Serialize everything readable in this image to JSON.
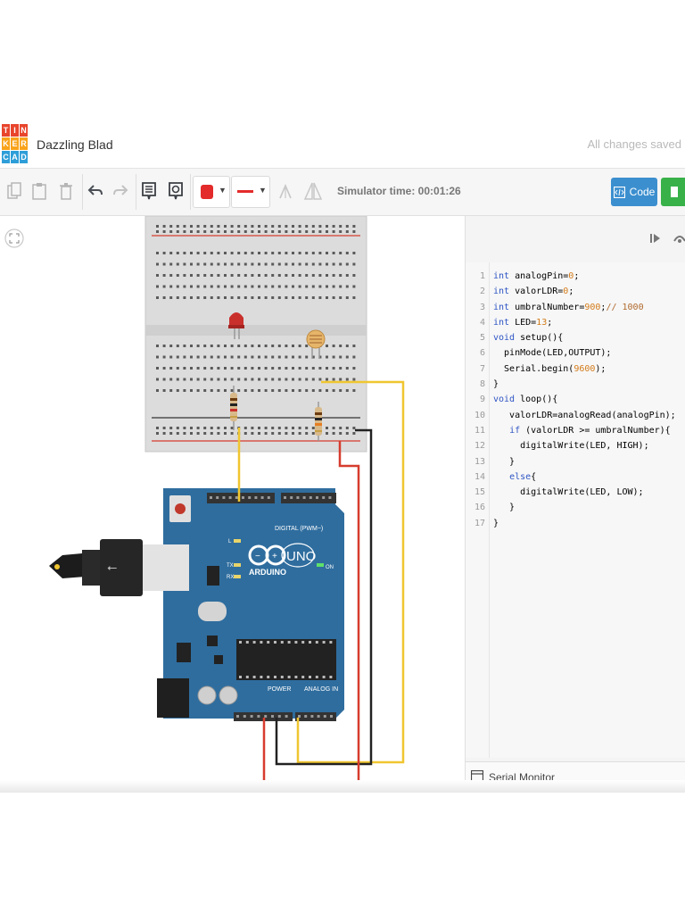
{
  "header": {
    "logo_letters": [
      "T",
      "I",
      "N",
      "K",
      "E",
      "R",
      "C",
      "A",
      "D"
    ],
    "logo_colors": [
      "#e8452c",
      "#e8452c",
      "#e8452c",
      "#f9a31b",
      "#f9a31b",
      "#f9a31b",
      "#2e9ed8",
      "#2e9ed8",
      "#2e9ed8"
    ],
    "project_title": "Dazzling Blad",
    "save_status": "All changes saved"
  },
  "toolbar": {
    "icons": [
      "copy-icon",
      "paste-icon",
      "delete-icon",
      "undo-icon",
      "redo-icon",
      "notes-icon",
      "annotation-icon",
      "color-swatch",
      "line-style-icon",
      "rotate-icon",
      "mirror-icon"
    ],
    "color_value": "#e32b2b",
    "simulator_time": "Simulator time: 00:01:26",
    "code_label": "Code",
    "code_button_color": "#3c8fcf",
    "start_button_color": "#38b149"
  },
  "canvas": {
    "fit_icon": "fit-view-icon",
    "board_brand": "ARDUINO",
    "board_model": "UNO",
    "digital_label": "DIGITAL (PWM~)",
    "power_label": "POWER",
    "analog_label": "ANALOG IN",
    "on_label": "ON",
    "tx_label": "TX",
    "rx_label": "RX",
    "l_label": "L",
    "wire_colors": {
      "signal": "#f0c630",
      "ground": "#222222",
      "power": "#d63c2e"
    }
  },
  "code": {
    "lines": [
      {
        "n": "1",
        "t": "int analogPin=0;"
      },
      {
        "n": "2",
        "t": "int valorLDR=0;"
      },
      {
        "n": "3",
        "t": "int umbralNumber=900;// 1000"
      },
      {
        "n": "4",
        "t": "int LED=13;"
      },
      {
        "n": "5",
        "t": "void setup(){"
      },
      {
        "n": "6",
        "t": "  pinMode(LED,OUTPUT);"
      },
      {
        "n": "7",
        "t": "  Serial.begin(9600);"
      },
      {
        "n": "8",
        "t": "}"
      },
      {
        "n": "9",
        "t": "void loop(){"
      },
      {
        "n": "10",
        "t": "   valorLDR=analogRead(analogPin);"
      },
      {
        "n": "11",
        "t": "   if (valorLDR >= umbralNumber){"
      },
      {
        "n": "12",
        "t": "     digitalWrite(LED, HIGH);"
      },
      {
        "n": "13",
        "t": "   }"
      },
      {
        "n": "14",
        "t": "   else{"
      },
      {
        "n": "15",
        "t": "     digitalWrite(LED, LOW);"
      },
      {
        "n": "16",
        "t": "   }"
      },
      {
        "n": "17",
        "t": "}"
      }
    ],
    "serial_monitor_label": "Serial Monitor"
  }
}
